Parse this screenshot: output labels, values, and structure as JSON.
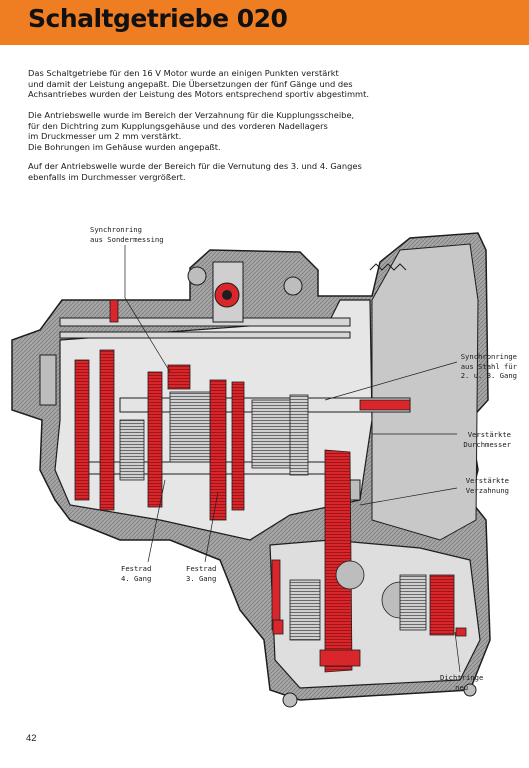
{
  "title": "Schaltgetriebe 020",
  "paragraphs": [
    [
      "Das Schaltgetriebe für den 16 V Motor wurde an einigen Punkten verstärkt",
      "und damit der Leistung angepaßt. Die Übersetzungen der fünf Gänge und des",
      "Achsantriebes wurden der Leistung des Motors entsprechend sportiv abgestimmt."
    ],
    [
      "Die Antriebswelle wurde im Bereich der Verzahnung für die Kupplungsscheibe,",
      "für den Dichtring zum Kupplungsgehäuse und des vorderen Nadellagers",
      "im Druckmesser um 2 mm verstärkt.",
      "Die Bohrungen im Gehäuse wurden angepaßt."
    ],
    [
      "Auf der Antriebswelle wurde der Bereich für die Vernutung des 3. und 4. Ganges",
      "ebenfalls im Durchmesser vergrößert."
    ]
  ],
  "labels": {
    "synchronring": [
      "Synchronring",
      "aus Sondermessing"
    ],
    "synchronringe": [
      "Synchronringe",
      "aus Stahl für",
      "2. u. 3. Gang"
    ],
    "verstaerkte_durchmesser": [
      "Verstärkte",
      "Durchmesser"
    ],
    "verstaerkte_verzahnung": [
      "Verstärkte",
      "Verzahnung"
    ],
    "festrad_4": [
      "Festrad",
      "4. Gang"
    ],
    "festrad_3": [
      "Festrad",
      "3. Gang"
    ],
    "dichtringe": [
      "Dichtringe",
      "neu"
    ]
  },
  "page_number": "42",
  "colors": {
    "header_orange": "#ef7d22",
    "highlight_red": "#d8262b",
    "housing_grey": "#8e8e8e",
    "outline_dark": "#1e1e1e"
  }
}
